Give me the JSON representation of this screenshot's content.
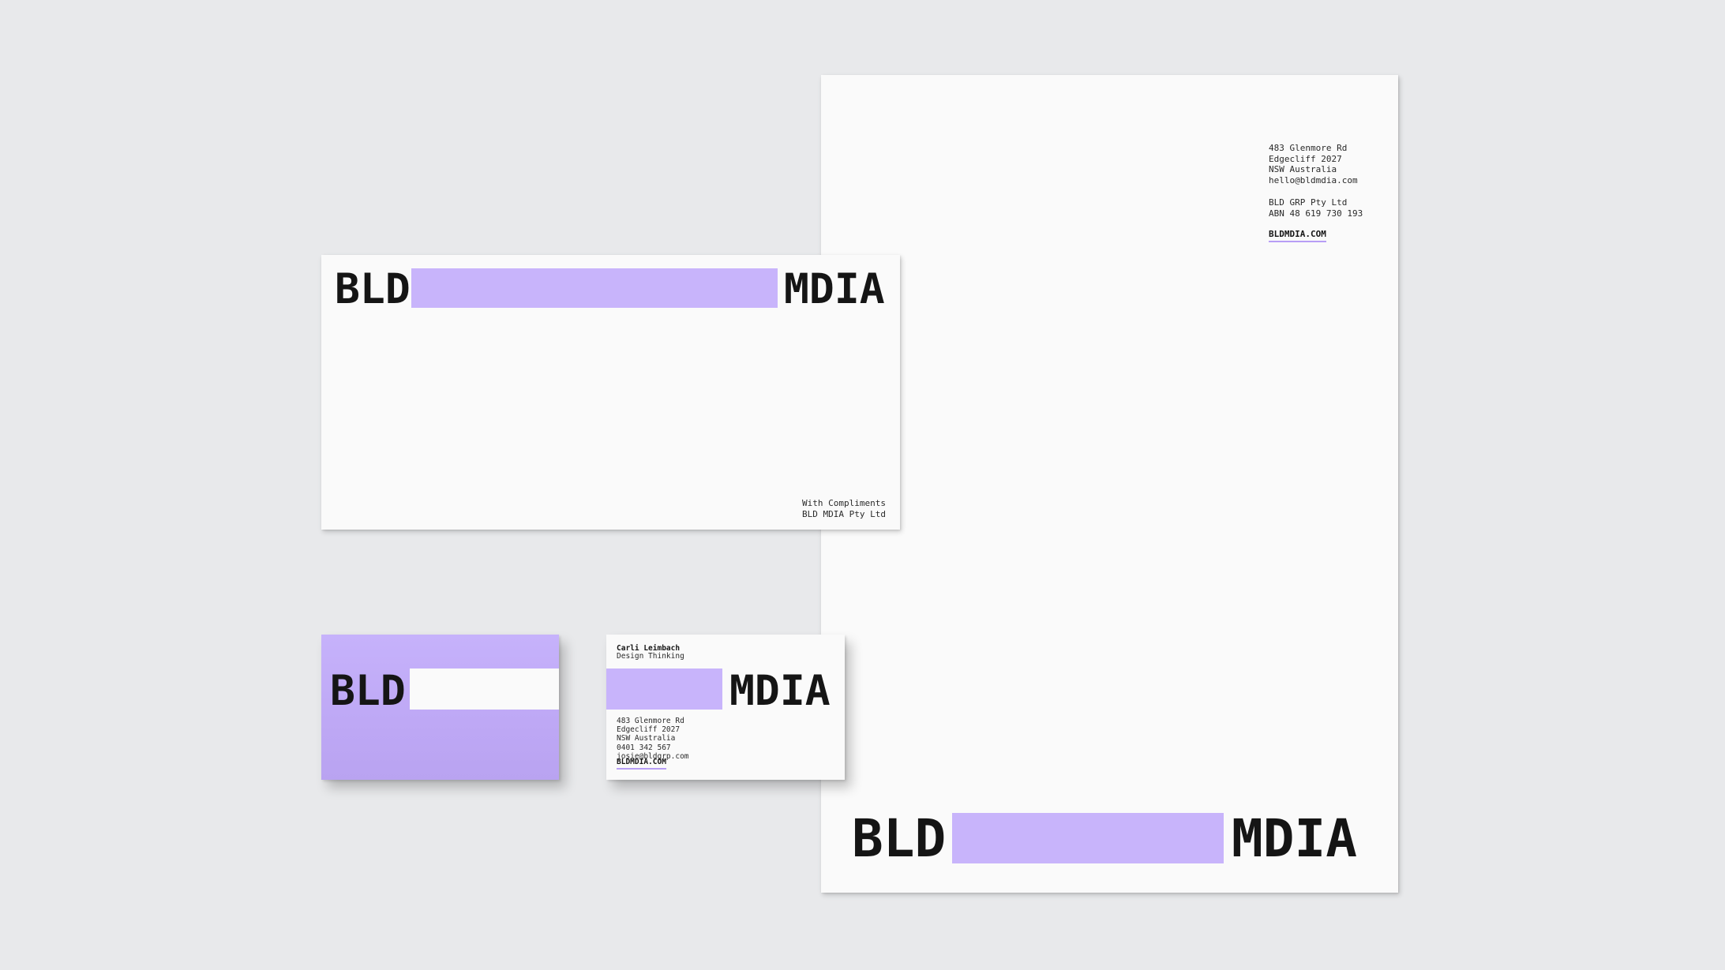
{
  "brand": {
    "word_left": "BLD",
    "word_right": "MDIA",
    "accent_color": "#c8b4fb",
    "background_color": "#e8e9eb",
    "paper_color": "#fafafa"
  },
  "letterhead": {
    "address": "483 Glenmore Rd\nEdgecliff 2027\nNSW Australia\nhello@bldmdia.com",
    "company": "BLD GRP Pty Ltd\nABN 48 619 730 193",
    "website": "BLDMDIA.COM"
  },
  "compliments_slip": {
    "text": "With Compliments\nBLD MDIA Pty Ltd"
  },
  "business_card": {
    "name": "Carli Leimbach",
    "title": "Design Thinking",
    "contact": "483 Glenmore Rd\nEdgecliff 2027\nNSW Australia\n0401 342 567\njosie@bldgrp.com",
    "website": "BLDMDIA.COM"
  }
}
